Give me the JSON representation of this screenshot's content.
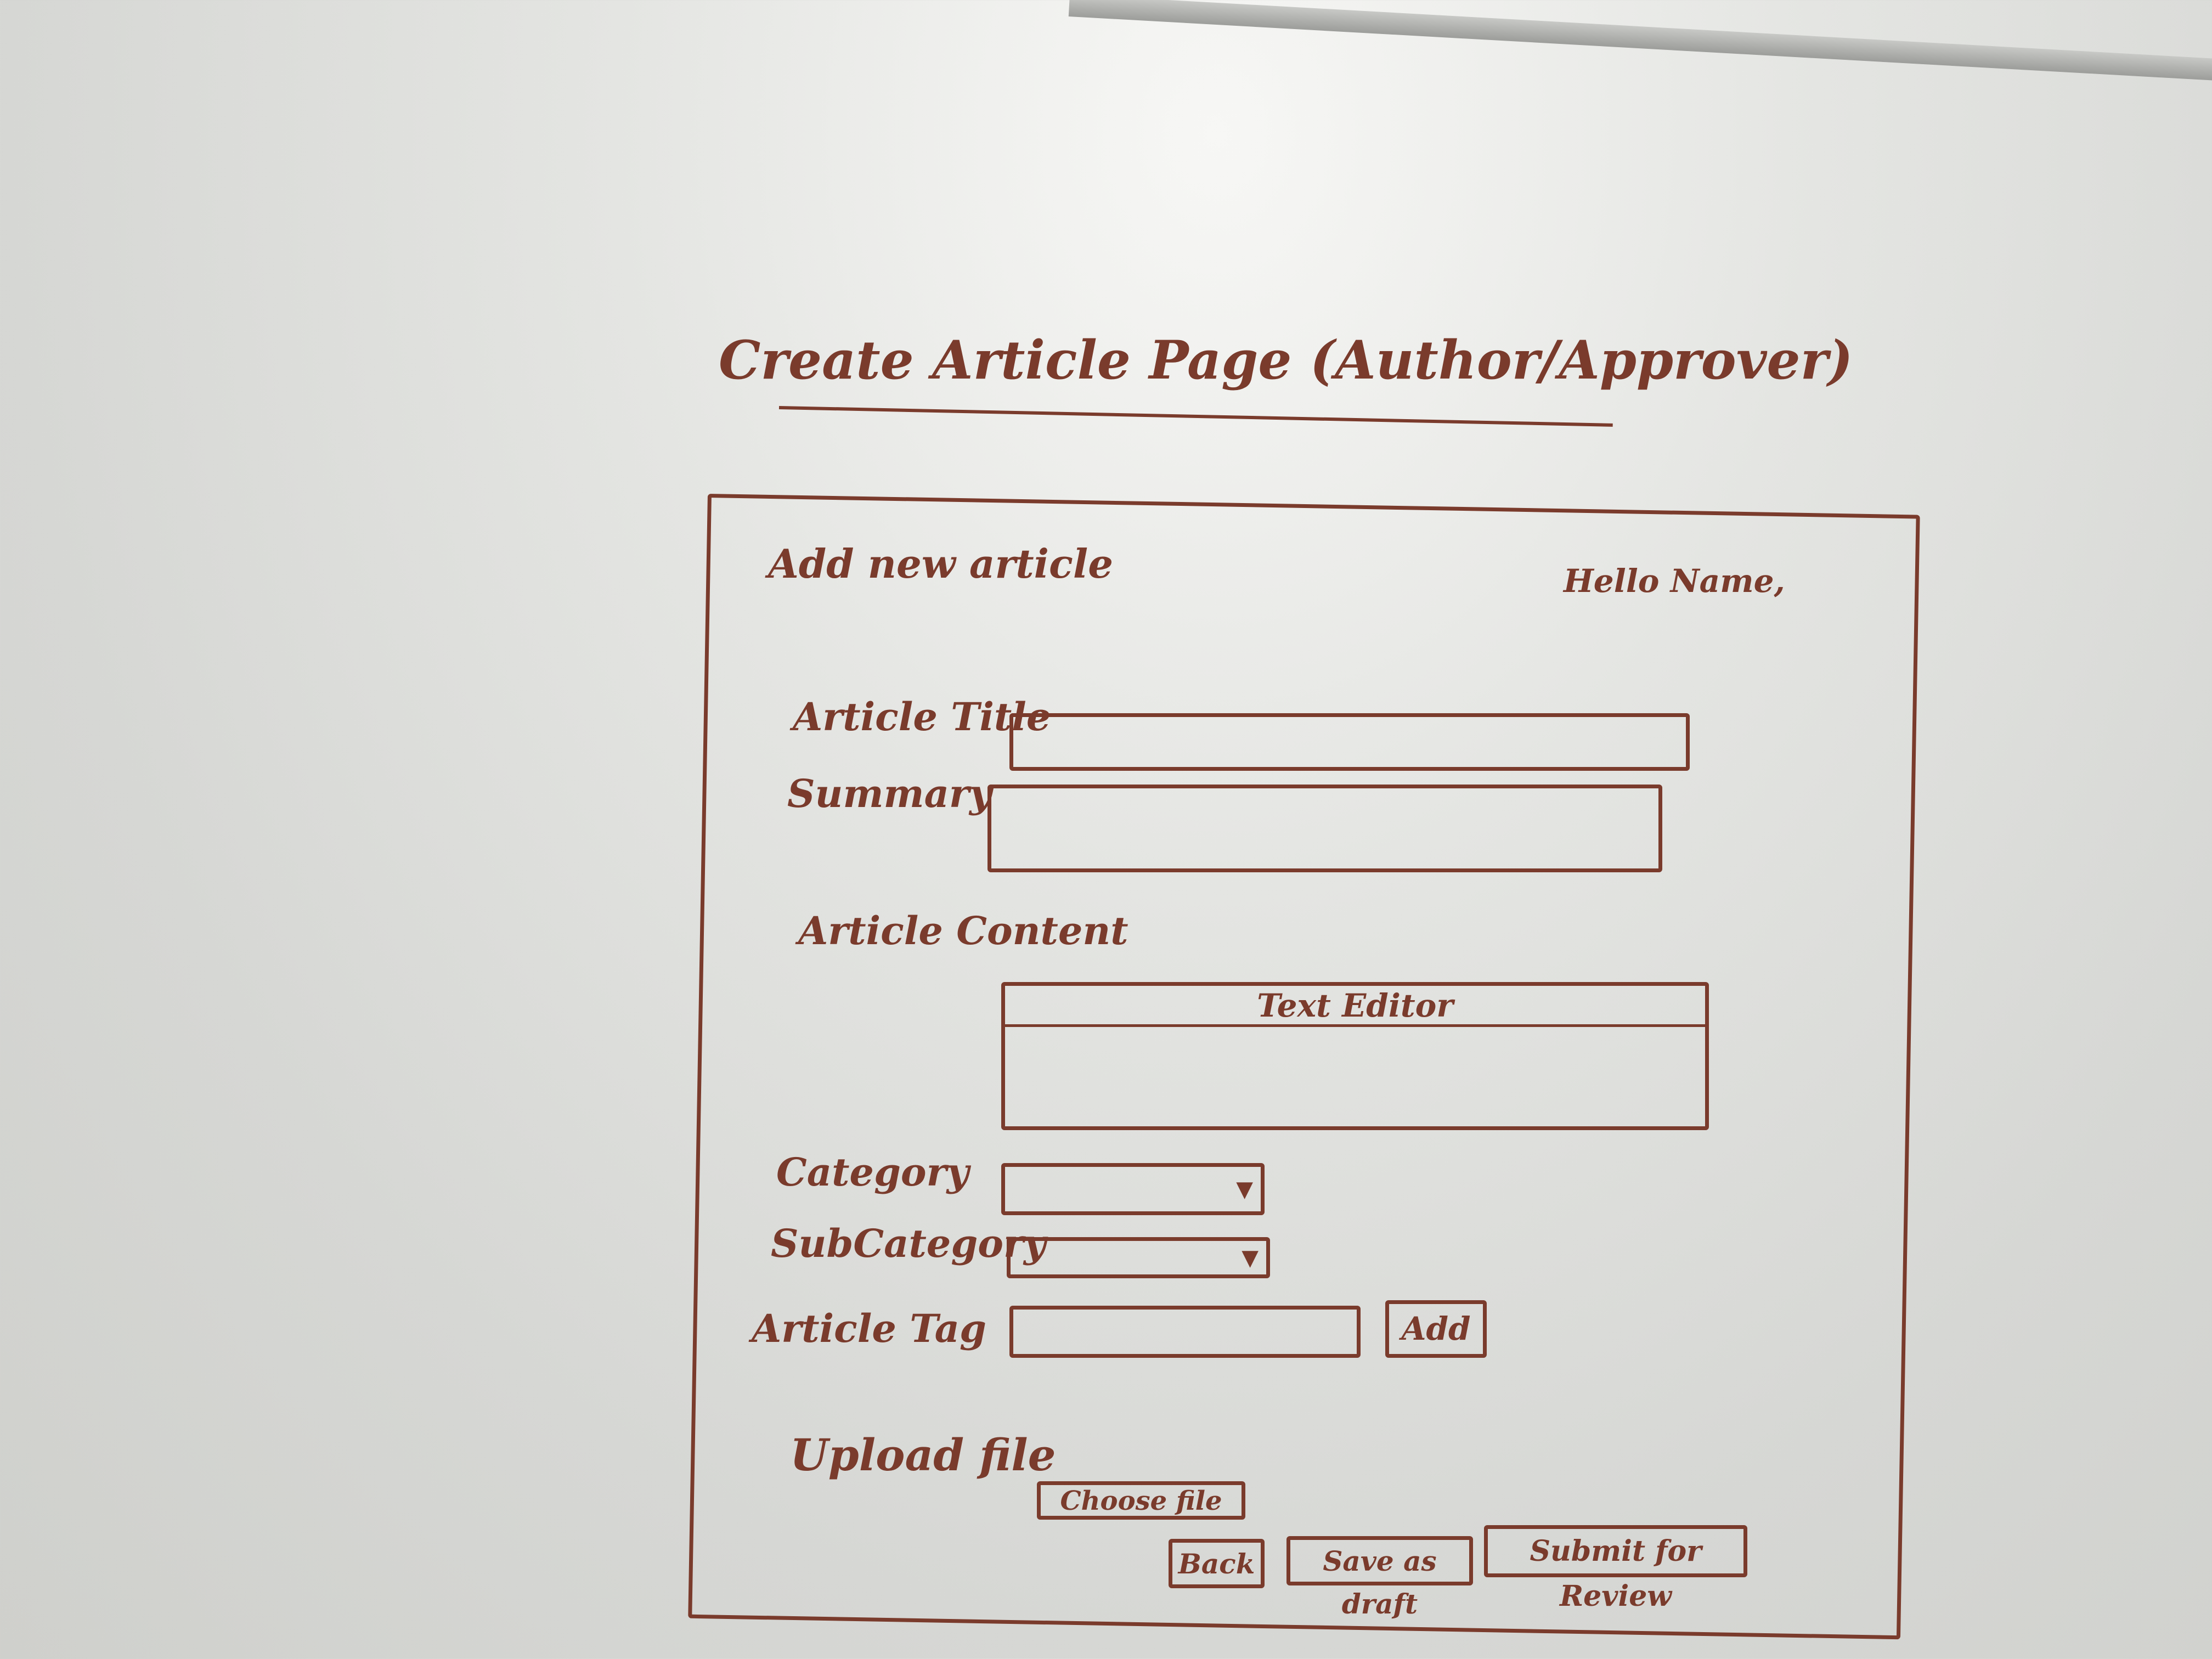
{
  "heading": {
    "title": "Create Article Page",
    "role_note": "(Author/Approver)"
  },
  "form": {
    "heading": "Add new article",
    "greeting": "Hello Name,",
    "fields": {
      "title_label": "Article Title",
      "summary_label": "Summary",
      "content_label": "Article Content",
      "editor_label": "Text Editor",
      "category_label": "Category",
      "subcategory_label": "SubCategory",
      "tag_label": "Article Tag",
      "upload_label": "Upload file"
    },
    "buttons": {
      "add": "Add",
      "choose_file": "Choose file",
      "back": "Back",
      "save_draft": "Save as draft",
      "submit": "Submit for Review"
    },
    "icons": {
      "dropdown": "chevron-down-icon"
    }
  },
  "colors": {
    "ink": "#7a3b2c",
    "board": "#d9dad7"
  }
}
